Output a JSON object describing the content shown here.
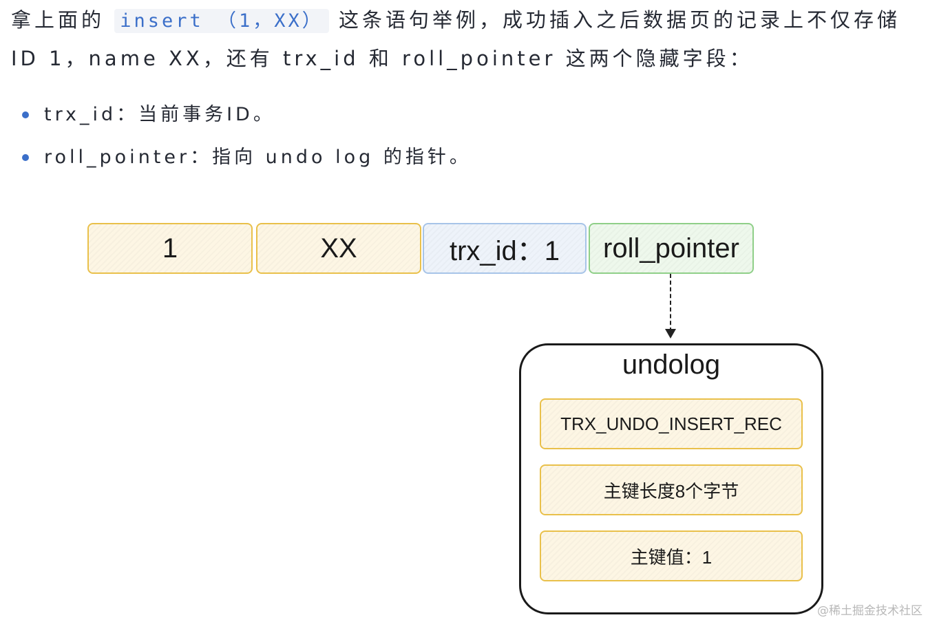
{
  "paragraph": {
    "before_code": "拿上面的",
    "code": "insert （1，XX）",
    "after_code": "这条语句举例，成功插入之后数据页的记录上不仅存储 ID 1，name XX，还有 trx_id 和 roll_pointer 这两个隐藏字段："
  },
  "bullets": [
    {
      "text": "trx_id：当前事务ID。"
    },
    {
      "text": "roll_pointer：指向 undo log 的指针。"
    }
  ],
  "record_fields": {
    "id": "1",
    "name": "XX",
    "trx_id": "trx_id：1",
    "roll_pointer": "roll_pointer"
  },
  "undolog": {
    "title": "undolog",
    "items": [
      {
        "text": "TRX_UNDO_INSERT_REC"
      },
      {
        "text": "主键长度8个字节"
      },
      {
        "text": "主键值：1"
      }
    ]
  },
  "watermark": "@稀土掘金技术社区",
  "colors": {
    "code_text": "#3b6fc9",
    "bullet_dot": "#3b6fc9",
    "yellow_border": "#e9c04a",
    "blue_border": "#a7c4e8",
    "green_border": "#8fcf88"
  }
}
